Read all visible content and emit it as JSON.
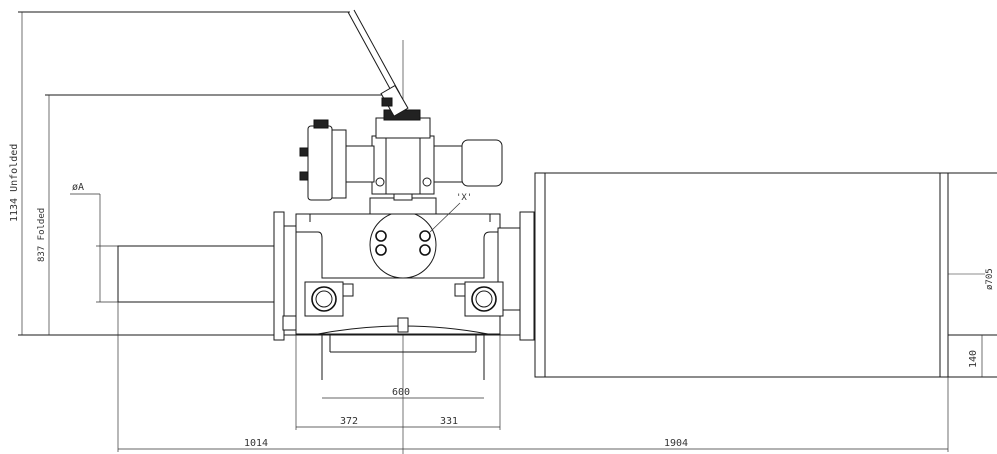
{
  "dimensions": {
    "unfolded": "1134  Unfolded",
    "folded": "837  Folded",
    "diameter_a": "øA",
    "diameter_705": "ø705",
    "view_x": "'X'",
    "d600": "600",
    "d372": "372",
    "d331": "331",
    "d1014": "1014",
    "d1904": "1904",
    "d140": "140"
  }
}
